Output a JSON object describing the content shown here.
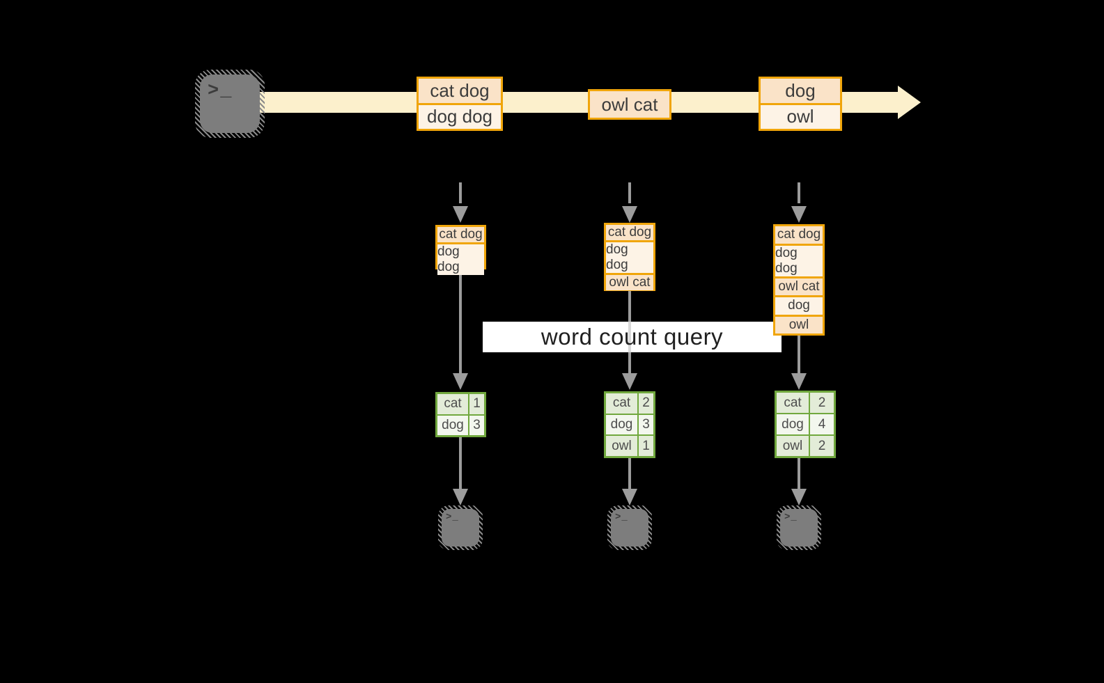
{
  "colors": {
    "amber_border": "#F0A50A",
    "peach_fill": "#FAE3C8",
    "cream_fill": "#FDF3E6",
    "stream_band": "#FCF0CC",
    "green_border": "#71A83E",
    "green_row": "#E3ECD8",
    "green_row_alt": "#F3F7EE",
    "connector_gray": "#9C9C9C",
    "terminal_gray": "#7D7D7D"
  },
  "diagram": {
    "query_label": "word count query",
    "source_terminal": {
      "glyph": ">_"
    },
    "stream_events": [
      {
        "cells": [
          "cat dog",
          "dog dog"
        ]
      },
      {
        "cells": [
          "owl cat"
        ]
      },
      {
        "cells": [
          "dog",
          "owl"
        ]
      }
    ],
    "buffers": [
      {
        "cells": [
          "cat dog",
          "dog dog"
        ]
      },
      {
        "cells": [
          "cat dog",
          "dog dog",
          "owl cat"
        ]
      },
      {
        "cells": [
          "cat dog",
          "dog dog",
          "owl cat",
          "dog",
          "owl"
        ]
      }
    ],
    "result_tables": [
      {
        "rows": [
          {
            "word": "cat",
            "count": "1"
          },
          {
            "word": "dog",
            "count": "3"
          }
        ]
      },
      {
        "rows": [
          {
            "word": "cat",
            "count": "2"
          },
          {
            "word": "dog",
            "count": "3"
          },
          {
            "word": "owl",
            "count": "1"
          }
        ]
      },
      {
        "rows": [
          {
            "word": "cat",
            "count": "2"
          },
          {
            "word": "dog",
            "count": "4"
          },
          {
            "word": "owl",
            "count": "2"
          }
        ]
      }
    ],
    "sink_terminals": [
      {
        "glyph": ">_"
      },
      {
        "glyph": ">_"
      },
      {
        "glyph": ">_"
      }
    ]
  }
}
